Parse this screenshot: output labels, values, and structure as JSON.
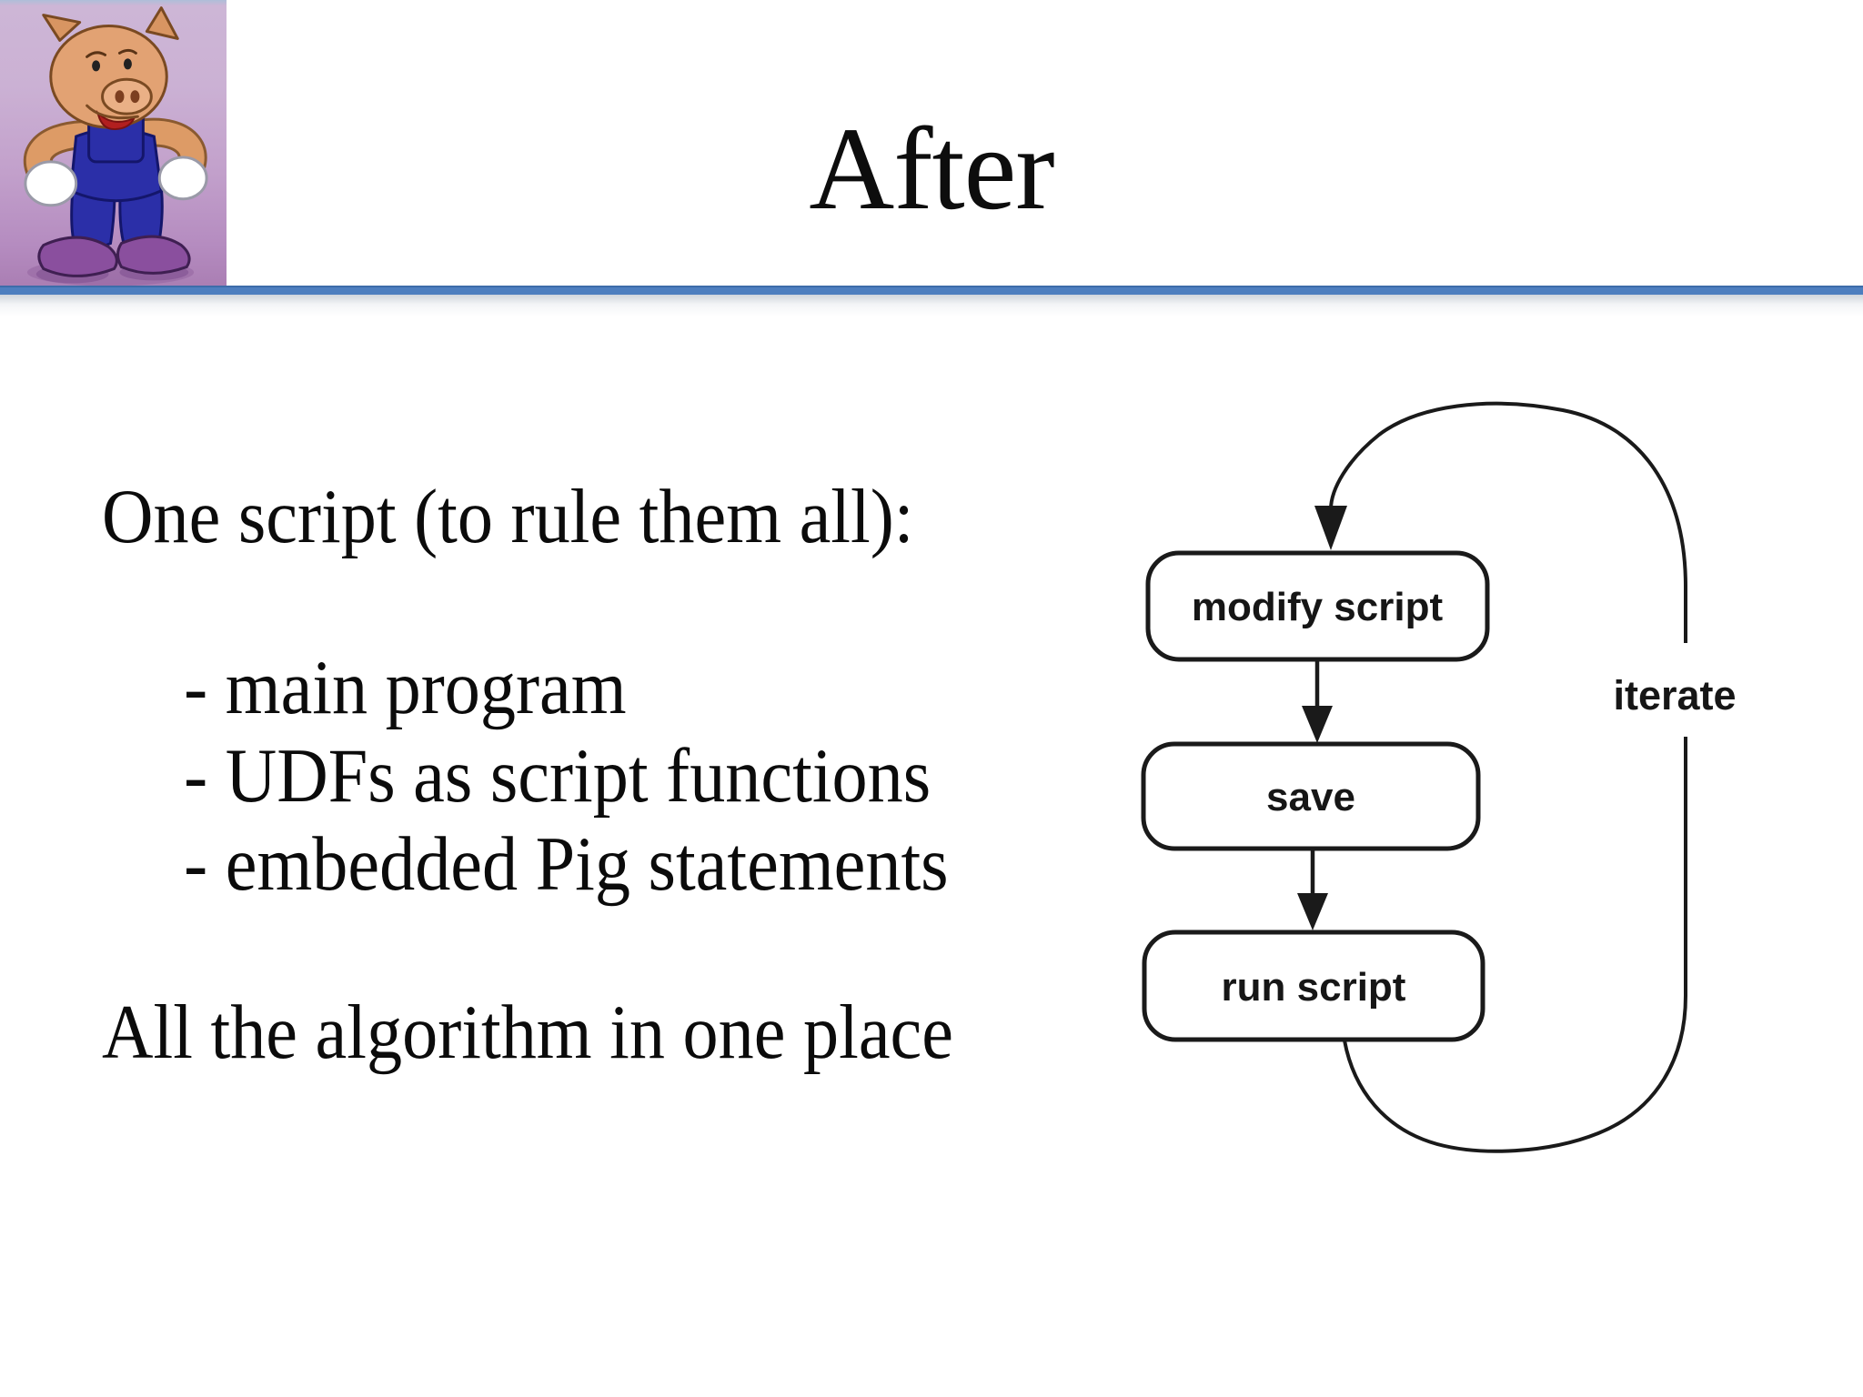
{
  "header": {
    "title": "After",
    "accent_color": "#4d7ebf",
    "logo_icon": "apache-pig-mascot"
  },
  "content": {
    "intro": "One script (to rule them all):",
    "bullets": [
      "- main program",
      "- UDFs as script functions",
      "- embedded Pig statements"
    ],
    "outro": "All the algorithm in one place"
  },
  "diagram": {
    "type": "flowchart-loop",
    "nodes": [
      {
        "label": "modify script"
      },
      {
        "label": "save"
      },
      {
        "label": "run script"
      }
    ],
    "loop_label": "iterate",
    "stroke_color": "#1a1a1a"
  }
}
